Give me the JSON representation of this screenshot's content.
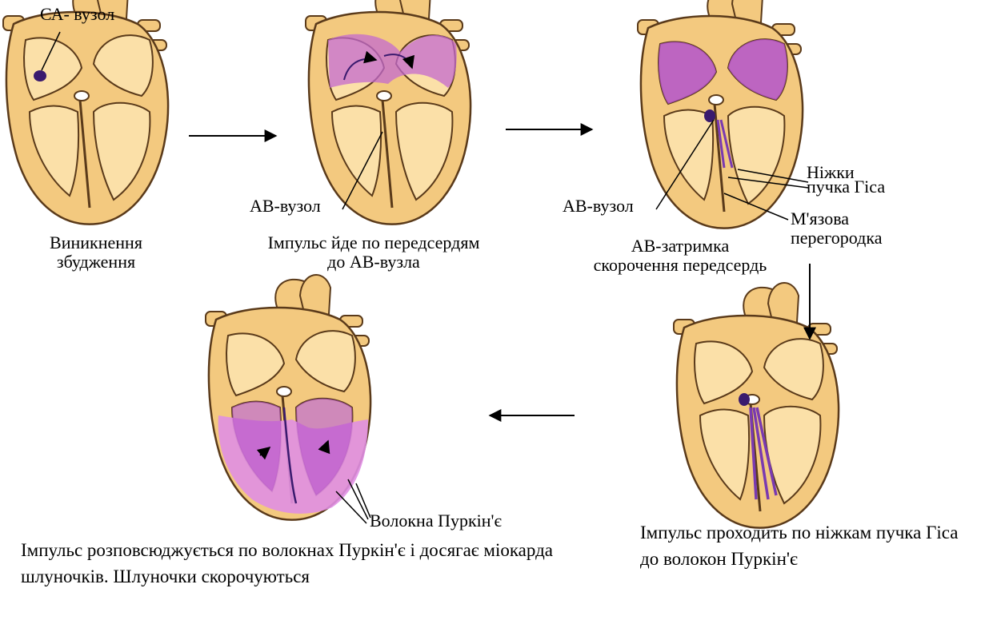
{
  "labels": {
    "sa_node": "СА- вузол",
    "av_node_1": "АВ-вузол",
    "av_node_2": "АВ-вузол",
    "his_legs_line1": "Ніжки",
    "his_legs_line2": "пучка Гіса",
    "septum_line1": "М'язова",
    "septum_line2": "перегородка",
    "purkinje": "Волокна Пуркін'є"
  },
  "captions": {
    "step1_line1": "Виникнення",
    "step1_line2": "збудження",
    "step2_line1": "Імпульс йде по передсердям",
    "step2_line2": "до АВ-вузла",
    "step3_line1": "АВ-затримка",
    "step3_line2": "скорочення передсердь",
    "step4": "Імпульс проходить по ніжкам пучка Гіса до волокон Пуркін'є",
    "step5": "Імпульс розповсюджується по волокнах Пуркін'є і досягає міокарда шлуночків. Шлуночки скорочуються"
  },
  "colors": {
    "heart_fill": "#f3c97f",
    "heart_inner": "#fbe0a8",
    "heart_outline": "#5a3a1a",
    "excitation": "#b24fc6",
    "excitation_light": "#e08fe3",
    "node": "#3a1a6e"
  }
}
